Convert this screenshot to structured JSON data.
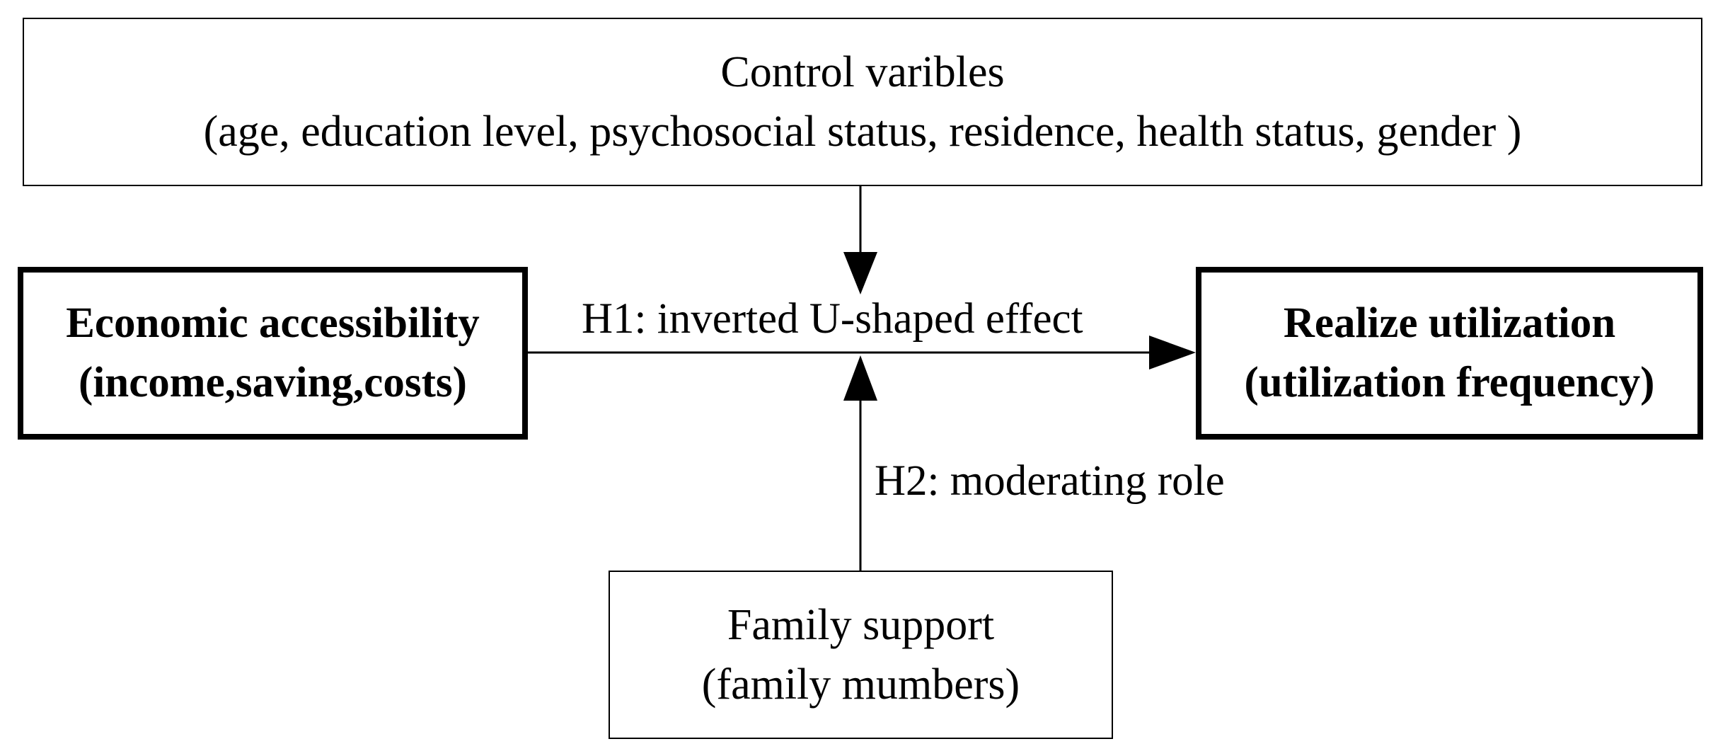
{
  "control": {
    "title": "Control varibles",
    "detail": "(age, education level, psychosocial status, residence,  health status, gender )"
  },
  "economic": {
    "title": "Economic accessibility",
    "detail": "(income,saving,costs)"
  },
  "realize": {
    "title": "Realize utilization",
    "detail": "(utilization frequency)"
  },
  "family": {
    "title": "Family support",
    "detail": "(family mumbers)"
  },
  "hypotheses": {
    "h1": "H1: inverted U-shaped effect",
    "h2": "H2: moderating role"
  },
  "colors": {
    "stroke": "#000000",
    "background": "#ffffff"
  }
}
